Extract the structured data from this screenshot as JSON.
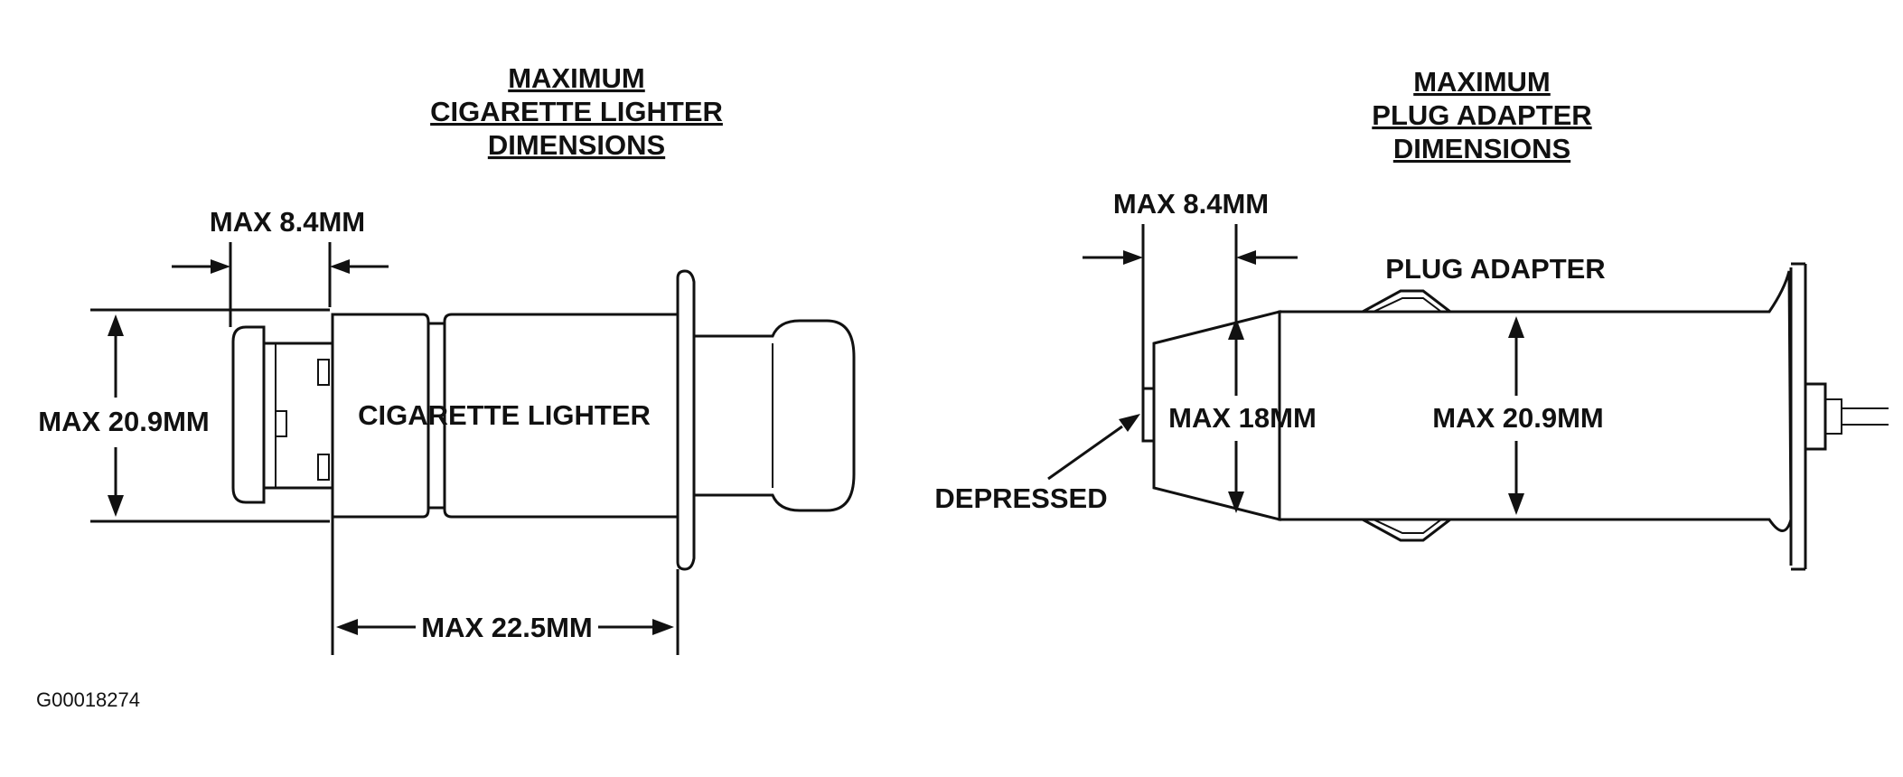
{
  "left_figure": {
    "title_lines": [
      "MAXIMUM",
      "CIGARETTE LIGHTER",
      "DIMENSIONS"
    ],
    "dim_top": "MAX 8.4MM",
    "dim_side": "MAX 20.9MM",
    "dim_bottom": "MAX 22.5MM",
    "body_label": "CIGARETTE LIGHTER"
  },
  "right_figure": {
    "title_lines": [
      "MAXIMUM",
      "PLUG ADAPTER",
      "DIMENSIONS"
    ],
    "dim_top": "MAX 8.4MM",
    "part_label": "PLUG ADAPTER",
    "dim_inner": "MAX 18MM",
    "dim_outer": "MAX 20.9MM",
    "tip_label": "DEPRESSED"
  },
  "figure_code": "G00018274"
}
